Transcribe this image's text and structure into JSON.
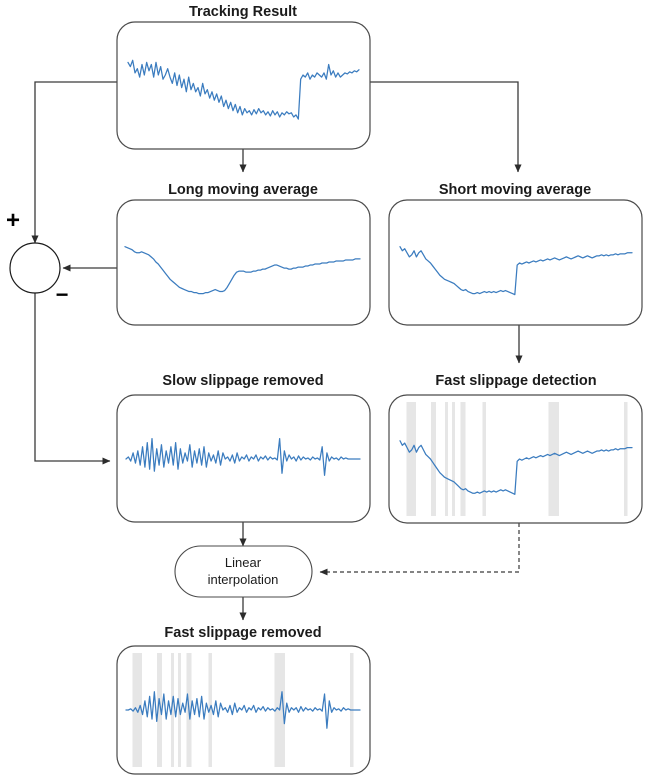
{
  "figure": {
    "kind": "block-diagram",
    "background": "#ffffff",
    "trace_color": "#3b7cbf",
    "band_color": "#e6e6e6",
    "line_color": "#3a3a3a"
  },
  "nodes": {
    "tracking_result": {
      "label": "Tracking Result"
    },
    "long_moving_average": {
      "label": "Long moving average"
    },
    "short_moving_average": {
      "label": "Short moving average"
    },
    "slow_slippage_removed": {
      "label": "Slow slippage removed"
    },
    "fast_slippage_detection": {
      "label": "Fast slippage detection"
    },
    "linear_interpolation": {
      "label_line1": "Linear",
      "label_line2": "interpolation"
    },
    "fast_slippage_removed": {
      "label": "Fast slippage removed"
    }
  },
  "summing_junction": {
    "plus_sign": "+",
    "minus_sign": "−",
    "plus_input_from": "Tracking Result",
    "minus_input_from": "Long moving average",
    "output_to": "Slow slippage removed"
  },
  "edges": [
    {
      "from": "Tracking Result",
      "to": "Long moving average",
      "style": "solid"
    },
    {
      "from": "Tracking Result",
      "to": "Short moving average",
      "style": "solid"
    },
    {
      "from": "Tracking Result",
      "to": "summing junction (+)",
      "style": "solid"
    },
    {
      "from": "Long moving average",
      "to": "summing junction (−)",
      "style": "solid"
    },
    {
      "from": "summing junction",
      "to": "Slow slippage removed",
      "style": "solid"
    },
    {
      "from": "Short moving average",
      "to": "Fast slippage detection",
      "style": "solid"
    },
    {
      "from": "Slow slippage removed",
      "to": "Linear interpolation",
      "style": "solid"
    },
    {
      "from": "Fast slippage detection",
      "to": "Linear interpolation",
      "style": "dashed"
    },
    {
      "from": "Linear interpolation",
      "to": "Fast slippage removed",
      "style": "solid"
    }
  ],
  "chart_data": [
    {
      "id": "tracking_result",
      "type": "line",
      "title": "Tracking Result",
      "xlabel": "",
      "ylabel": "",
      "grid": false,
      "legend": false,
      "xlim": [
        0,
        100
      ],
      "ylim": [
        0,
        100
      ],
      "series": [
        {
          "name": "tracking signal",
          "color": "#3b7cbf",
          "values": [
            72,
            68,
            74,
            62,
            66,
            58,
            70,
            60,
            72,
            64,
            70,
            58,
            72,
            60,
            68,
            56,
            60,
            66,
            58,
            52,
            62,
            50,
            60,
            48,
            56,
            44,
            58,
            46,
            52,
            44,
            48,
            40,
            52,
            42,
            46,
            38,
            44,
            36,
            42,
            34,
            40,
            30,
            36,
            28,
            34,
            26,
            32,
            24,
            30,
            22,
            28,
            24,
            26,
            22,
            27,
            23,
            28,
            24,
            26,
            22,
            25,
            21,
            26,
            22,
            25,
            20,
            24,
            22,
            25,
            23,
            24,
            20,
            22,
            18,
            56,
            60,
            58,
            62,
            56,
            60,
            58,
            62,
            60,
            58,
            62,
            56,
            70,
            60,
            64,
            58,
            62,
            58,
            60,
            62,
            61,
            63,
            62,
            64,
            63,
            65
          ]
        }
      ],
      "bands": []
    },
    {
      "id": "long_moving_average",
      "type": "line",
      "title": "Long moving average",
      "xlabel": "",
      "ylabel": "",
      "grid": false,
      "legend": false,
      "xlim": [
        0,
        100
      ],
      "ylim": [
        0,
        100
      ],
      "series": [
        {
          "name": "long MA",
          "color": "#3b7cbf",
          "values": [
            66,
            65,
            64,
            63,
            61,
            60,
            60,
            61,
            60,
            59,
            58,
            56,
            54,
            51,
            49,
            46,
            43,
            40,
            37,
            34,
            32,
            30,
            28,
            26,
            25,
            24,
            23,
            22,
            22,
            21,
            21,
            20,
            20,
            20,
            21,
            21,
            22,
            23,
            24,
            23,
            22,
            22,
            23,
            26,
            30,
            34,
            38,
            41,
            42,
            42,
            42,
            41,
            41,
            41,
            42,
            42,
            43,
            43,
            44,
            44,
            45,
            46,
            47,
            48,
            48,
            47,
            46,
            45,
            45,
            44,
            44,
            45,
            45,
            46,
            46,
            46,
            47,
            47,
            48,
            48,
            49,
            49,
            49,
            50,
            50,
            50,
            51,
            51,
            51,
            52,
            52,
            52,
            52,
            53,
            53,
            53,
            53,
            54,
            54,
            54
          ]
        }
      ],
      "bands": []
    },
    {
      "id": "short_moving_average",
      "type": "line",
      "title": "Short moving average",
      "xlabel": "",
      "ylabel": "",
      "grid": false,
      "legend": false,
      "xlim": [
        0,
        100
      ],
      "ylim": [
        0,
        100
      ],
      "series": [
        {
          "name": "short MA",
          "color": "#3b7cbf",
          "values": [
            66,
            62,
            64,
            60,
            56,
            58,
            62,
            56,
            60,
            62,
            58,
            54,
            52,
            50,
            47,
            44,
            41,
            38,
            36,
            34,
            33,
            32,
            31,
            30,
            28,
            26,
            24,
            23,
            24,
            22,
            21,
            20,
            20,
            21,
            20,
            21,
            22,
            21,
            22,
            21,
            22,
            21,
            22,
            23,
            22,
            23,
            22,
            21,
            20,
            19,
            48,
            50,
            49,
            50,
            51,
            50,
            51,
            52,
            51,
            52,
            53,
            52,
            53,
            54,
            53,
            54,
            55,
            54,
            53,
            54,
            55,
            56,
            55,
            54,
            55,
            56,
            57,
            56,
            55,
            56,
            57,
            56,
            55,
            56,
            57,
            57,
            58,
            57,
            58,
            57,
            58,
            58,
            59,
            58,
            59,
            59,
            59,
            60,
            60,
            60
          ]
        }
      ],
      "bands": []
    },
    {
      "id": "slow_slippage_removed",
      "type": "line",
      "title": "Slow slippage removed",
      "xlabel": "",
      "ylabel": "",
      "grid": false,
      "legend": false,
      "xlim": [
        0,
        100
      ],
      "ylim": [
        0,
        100
      ],
      "series": [
        {
          "name": "residual",
          "color": "#3b7cbf",
          "values": [
            50,
            52,
            48,
            56,
            46,
            58,
            44,
            62,
            42,
            66,
            40,
            70,
            38,
            60,
            44,
            64,
            42,
            58,
            46,
            62,
            44,
            66,
            40,
            60,
            46,
            56,
            48,
            64,
            42,
            58,
            46,
            60,
            44,
            62,
            42,
            56,
            48,
            54,
            46,
            58,
            44,
            56,
            50,
            52,
            48,
            54,
            46,
            56,
            48,
            52,
            50,
            54,
            48,
            52,
            50,
            54,
            48,
            52,
            50,
            53,
            49,
            52,
            50,
            51,
            49,
            70,
            36,
            58,
            48,
            54,
            50,
            52,
            48,
            53,
            49,
            52,
            50,
            51,
            49,
            52,
            50,
            51,
            49,
            62,
            34,
            56,
            48,
            52,
            50,
            51,
            49,
            52,
            50,
            51,
            50,
            50,
            50,
            50,
            50,
            50
          ]
        }
      ],
      "bands": []
    },
    {
      "id": "fast_slippage_detection",
      "type": "line",
      "title": "Fast slippage detection",
      "xlabel": "",
      "ylabel": "",
      "grid": false,
      "legend": false,
      "xlim": [
        0,
        100
      ],
      "ylim": [
        0,
        100
      ],
      "series": [
        {
          "name": "short MA with detections",
          "color": "#3b7cbf",
          "values": [
            66,
            62,
            64,
            60,
            56,
            58,
            62,
            56,
            60,
            62,
            58,
            54,
            52,
            50,
            47,
            44,
            41,
            38,
            36,
            34,
            33,
            32,
            31,
            30,
            28,
            26,
            24,
            23,
            24,
            22,
            21,
            20,
            20,
            21,
            20,
            21,
            22,
            21,
            22,
            21,
            22,
            21,
            22,
            23,
            22,
            23,
            22,
            21,
            20,
            19,
            48,
            50,
            49,
            50,
            51,
            50,
            51,
            52,
            51,
            52,
            53,
            52,
            53,
            54,
            53,
            54,
            55,
            54,
            53,
            54,
            55,
            56,
            55,
            54,
            55,
            56,
            57,
            56,
            55,
            56,
            57,
            56,
            55,
            56,
            57,
            57,
            58,
            57,
            58,
            57,
            58,
            58,
            59,
            58,
            59,
            59,
            59,
            60,
            60,
            60
          ]
        }
      ],
      "bands": [
        {
          "start": 6.5,
          "end": 16.0
        },
        {
          "start": 31.0,
          "end": 36.0
        },
        {
          "start": 45.0,
          "end": 48.0
        },
        {
          "start": 52.0,
          "end": 55.0
        },
        {
          "start": 60.5,
          "end": 65.5
        },
        {
          "start": 82.5,
          "end": 86.0
        },
        {
          "start": 148.5,
          "end": 159.0
        },
        {
          "start": 224.0,
          "end": 227.5
        }
      ]
    },
    {
      "id": "fast_slippage_removed",
      "type": "line",
      "title": "Fast slippage removed",
      "xlabel": "",
      "ylabel": "",
      "grid": false,
      "legend": false,
      "xlim": [
        0,
        100
      ],
      "ylim": [
        0,
        100
      ],
      "series": [
        {
          "name": "cleaned residual",
          "color": "#3b7cbf",
          "values": [
            50,
            50,
            51,
            49,
            52,
            48,
            54,
            46,
            58,
            44,
            62,
            42,
            66,
            40,
            60,
            46,
            64,
            42,
            58,
            46,
            62,
            44,
            60,
            46,
            56,
            48,
            64,
            42,
            58,
            46,
            60,
            44,
            62,
            42,
            56,
            48,
            54,
            46,
            58,
            44,
            56,
            50,
            52,
            48,
            54,
            46,
            56,
            48,
            52,
            50,
            54,
            48,
            52,
            50,
            54,
            48,
            52,
            50,
            53,
            49,
            52,
            50,
            51,
            49,
            52,
            50,
            66,
            38,
            56,
            48,
            52,
            50,
            52,
            48,
            53,
            49,
            52,
            50,
            51,
            49,
            52,
            50,
            51,
            49,
            64,
            34,
            58,
            48,
            52,
            50,
            51,
            49,
            52,
            50,
            51,
            50,
            50,
            50,
            50,
            50
          ]
        }
      ],
      "bands": [
        {
          "start": 6.5,
          "end": 16.0
        },
        {
          "start": 31.0,
          "end": 36.0
        },
        {
          "start": 45.0,
          "end": 48.0
        },
        {
          "start": 52.0,
          "end": 55.0
        },
        {
          "start": 60.5,
          "end": 65.5
        },
        {
          "start": 82.5,
          "end": 86.0
        },
        {
          "start": 148.5,
          "end": 159.0
        },
        {
          "start": 224.0,
          "end": 227.5
        }
      ]
    }
  ]
}
